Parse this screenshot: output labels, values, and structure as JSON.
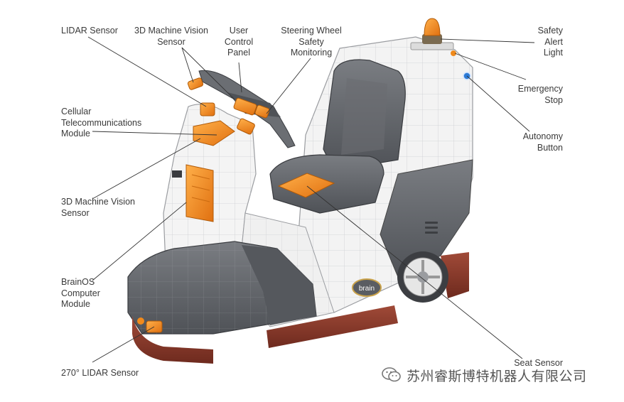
{
  "labels": {
    "lidar": "LIDAR Sensor",
    "mv_top": "3D Machine Vision\nSensor",
    "user_panel": "User\nControl\nPanel",
    "steering": "Steering Wheel\nSafety\nMonitoring",
    "cellular": "Cellular\nTelecommunications\nModule",
    "mv_mid": "3D Machine Vision\nSensor",
    "brainos": "BrainOS\nComputer\nModule",
    "lidar270": "270° LIDAR Sensor",
    "safety_light": "Safety\nAlert\nLight",
    "emergency": "Emergency\nStop",
    "autonomy": "Autonomy\nButton",
    "seat": "Seat Sensor"
  },
  "brand_badge": "brain",
  "watermark": "苏州睿斯博特机器人有限公司",
  "colors": {
    "accent": "#f08a1c",
    "body": "#f4f4f4",
    "dark": "#5e6166",
    "bumper": "#8a3a2c"
  },
  "icons": {
    "watermark": "wechat-icon"
  }
}
